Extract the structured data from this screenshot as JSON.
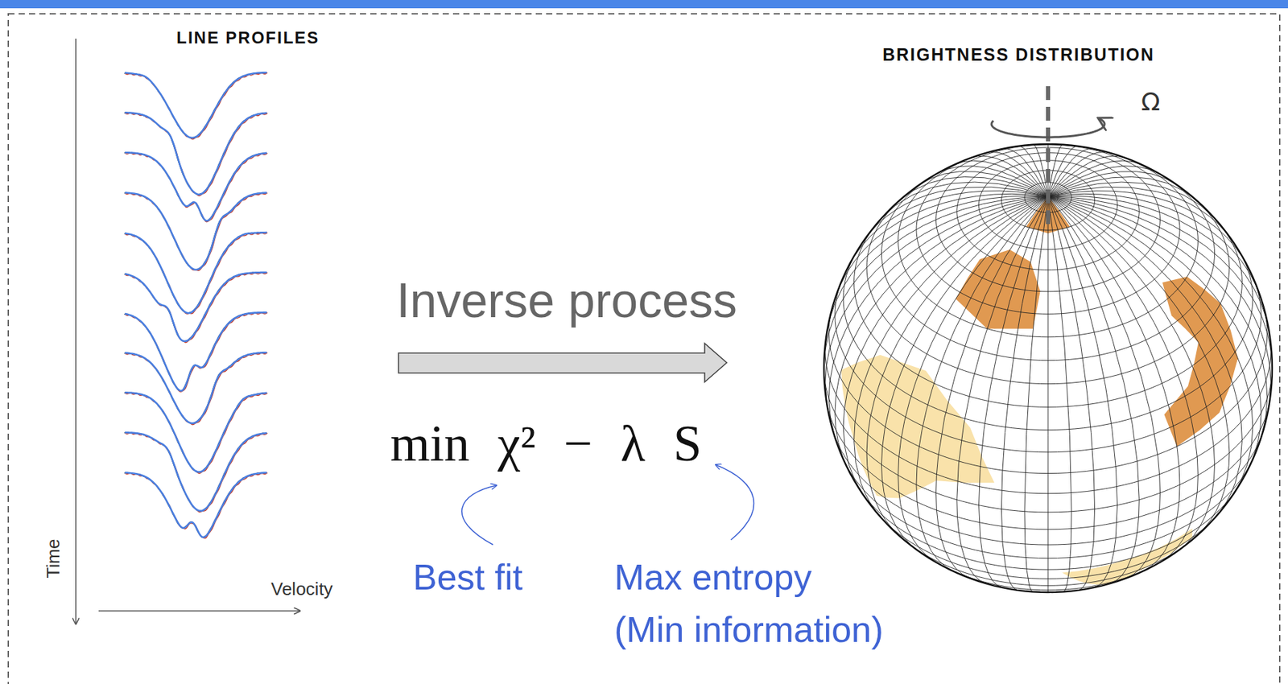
{
  "diagram": {
    "labels": [
      "LINE PROFILES",
      "Time",
      "Velocity",
      "Inverse process",
      "min χ² − λ S",
      "Best fit",
      "Max entropy (Min information)",
      "BRIGHTNESS DISTRIBUTION",
      "Ω"
    ]
  }
}
